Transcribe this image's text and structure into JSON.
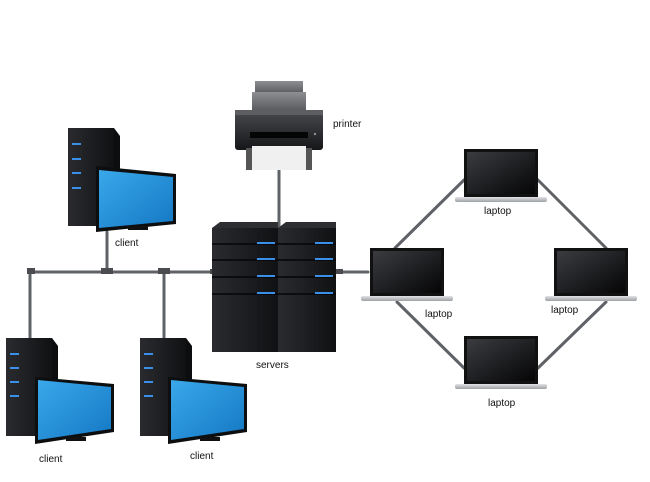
{
  "diagram": {
    "title": "Network topology: clients, servers, printer and laptop ring",
    "nodes": [
      {
        "id": "printer",
        "type": "printer",
        "label": "printer"
      },
      {
        "id": "servers",
        "type": "server-rack-pair",
        "label": "servers"
      },
      {
        "id": "client-top",
        "type": "desktop-client",
        "label": "client"
      },
      {
        "id": "client-bottom-left",
        "type": "desktop-client",
        "label": "client"
      },
      {
        "id": "client-bottom-middle",
        "type": "desktop-client",
        "label": "client"
      },
      {
        "id": "laptop-top",
        "type": "laptop",
        "label": "laptop"
      },
      {
        "id": "laptop-left",
        "type": "laptop",
        "label": "laptop"
      },
      {
        "id": "laptop-right",
        "type": "laptop",
        "label": "laptop"
      },
      {
        "id": "laptop-bottom",
        "type": "laptop",
        "label": "laptop"
      }
    ],
    "edges": [
      {
        "from": "printer",
        "to": "servers"
      },
      {
        "from": "servers",
        "to": "client-top",
        "via": "bus"
      },
      {
        "from": "servers",
        "to": "client-bottom-left",
        "via": "bus"
      },
      {
        "from": "servers",
        "to": "client-bottom-middle",
        "via": "bus"
      },
      {
        "from": "servers",
        "to": "laptop-left"
      },
      {
        "from": "laptop-left",
        "to": "laptop-top"
      },
      {
        "from": "laptop-top",
        "to": "laptop-right"
      },
      {
        "from": "laptop-right",
        "to": "laptop-bottom"
      },
      {
        "from": "laptop-bottom",
        "to": "laptop-left"
      }
    ],
    "colors": {
      "cable": "#5f6266",
      "screen_blue": "#1e8fd8",
      "case_black": "#1c1d20",
      "led_blue": "#3a8fe8",
      "laptop_silver": "#c9cbce"
    }
  }
}
